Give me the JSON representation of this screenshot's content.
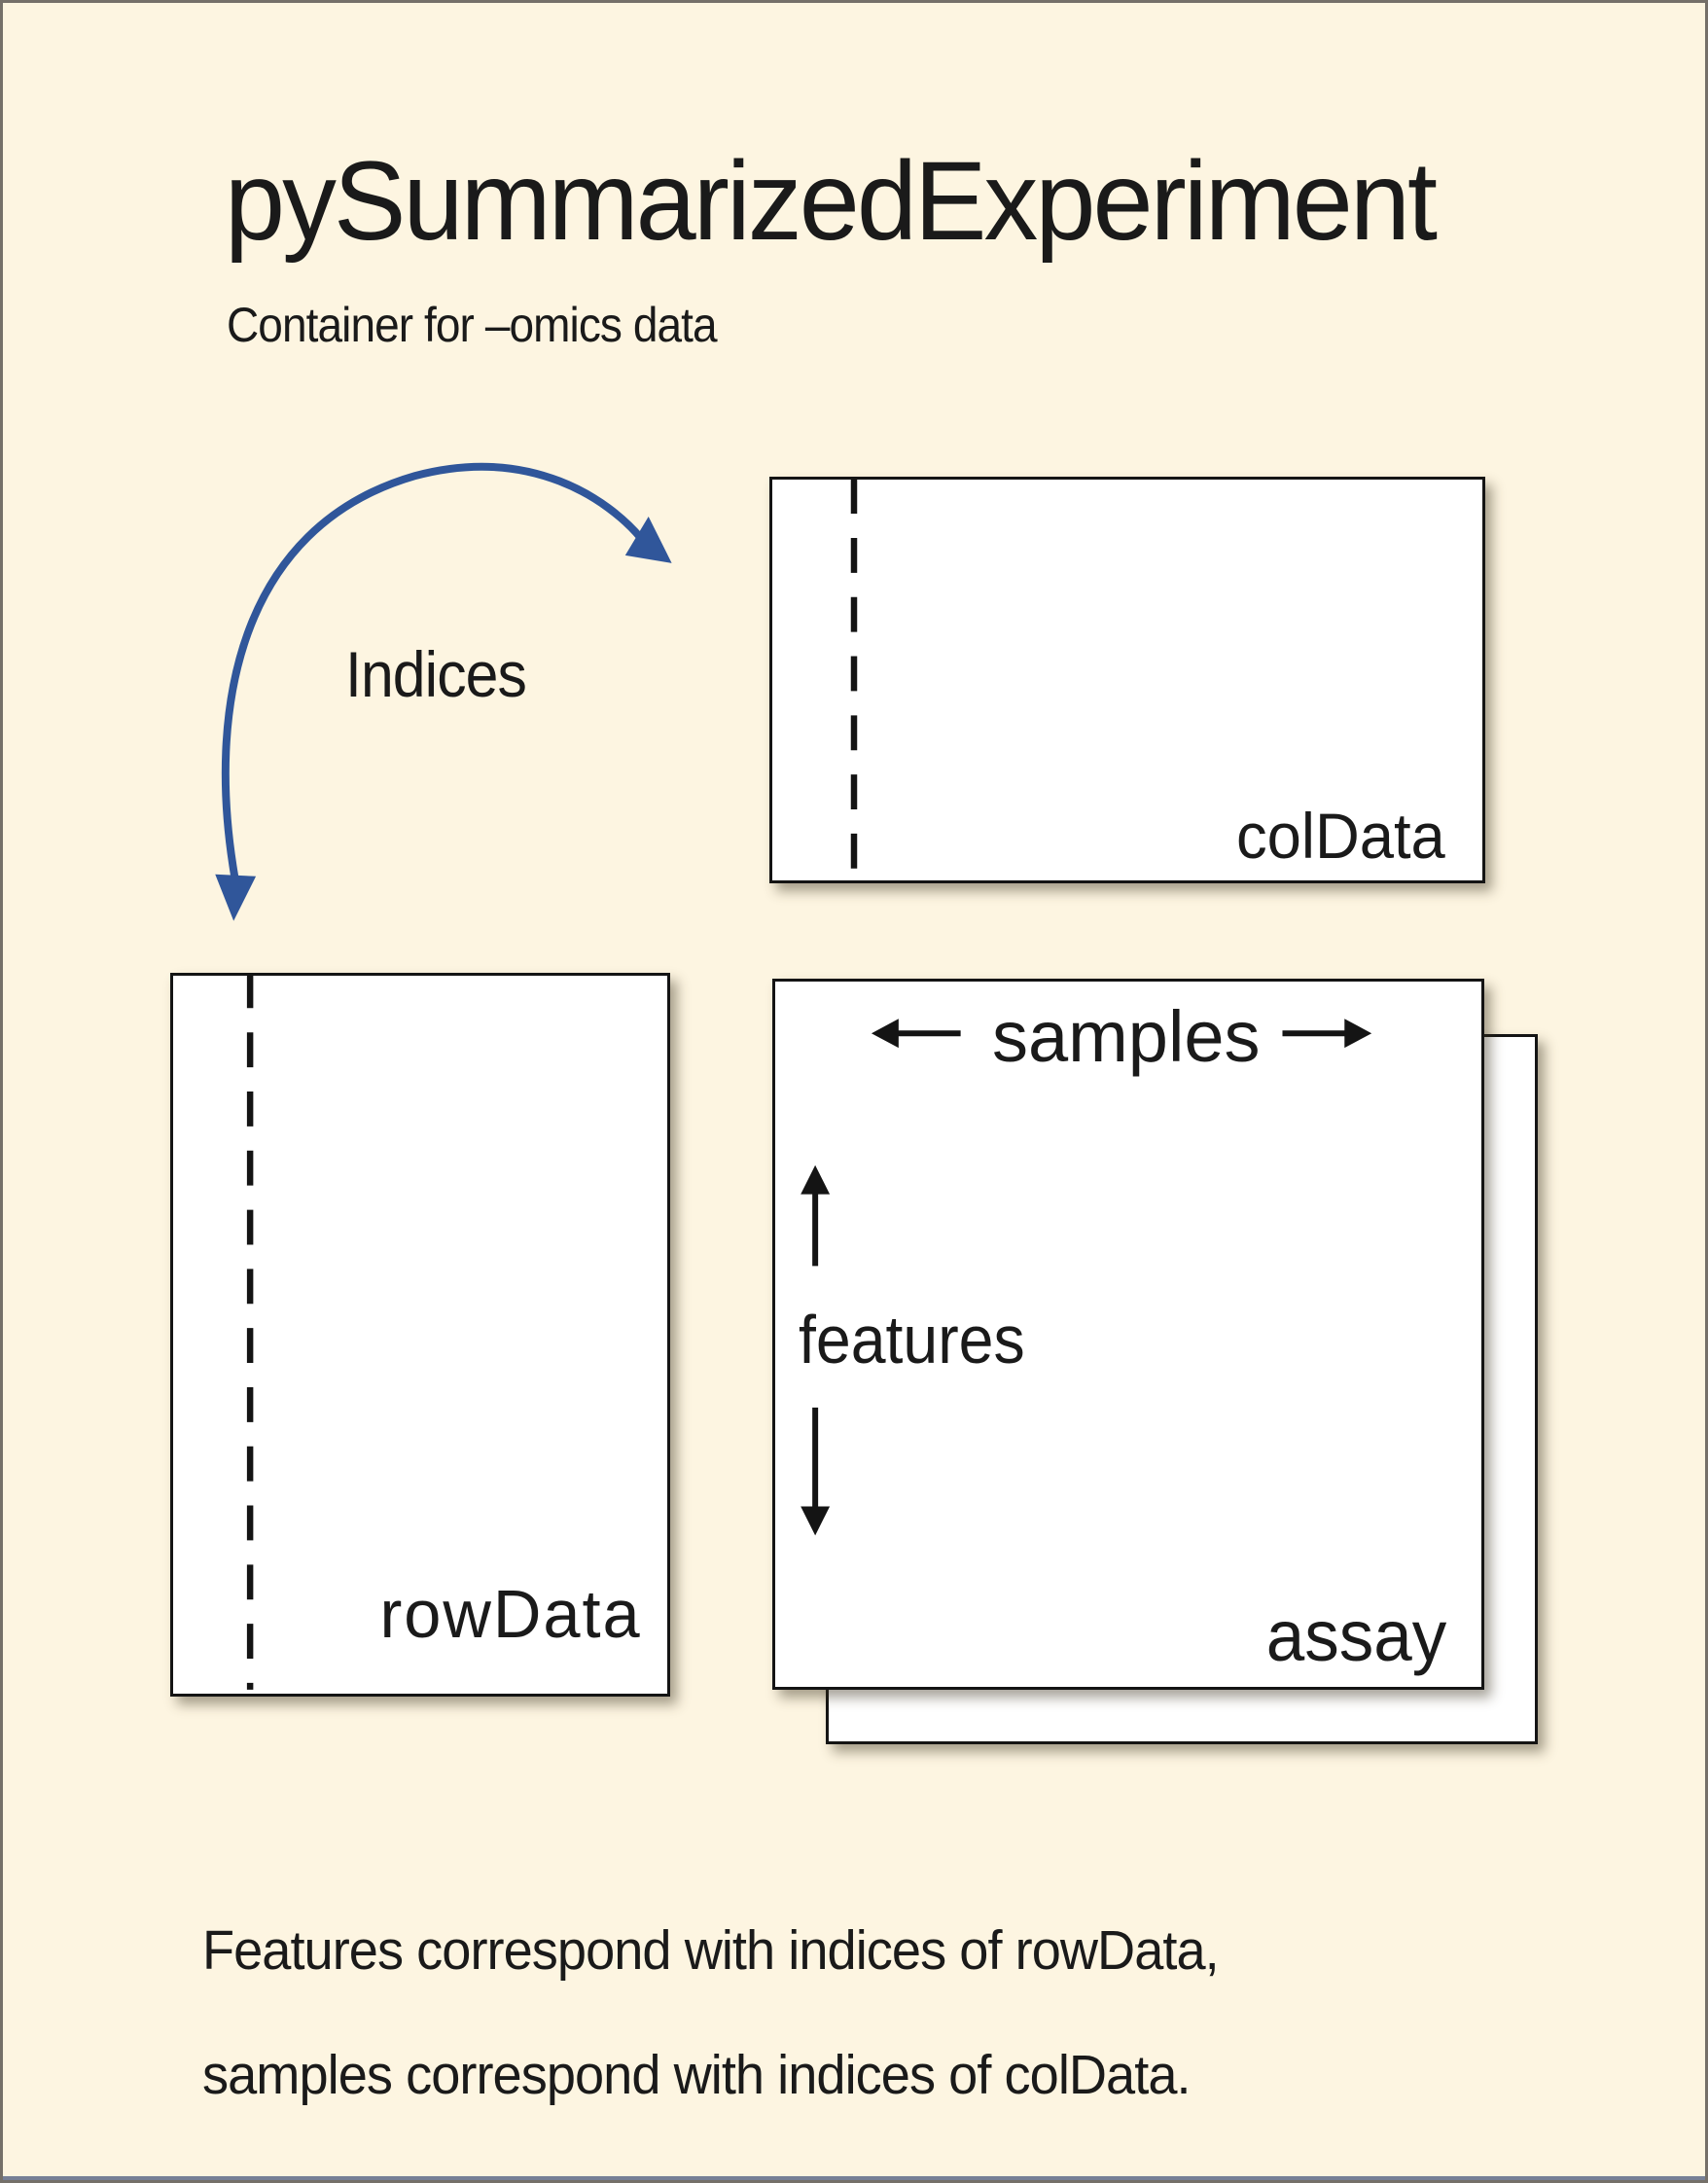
{
  "header": {
    "title": "pySummarizedExperiment",
    "subtitle": "Container for –omics data"
  },
  "diagram": {
    "indices_label": "Indices",
    "col_data": {
      "label": "colData"
    },
    "row_data": {
      "label": "rowData"
    },
    "assay": {
      "label": "assay",
      "x_axis_label": "samples",
      "y_axis_label": "features"
    }
  },
  "caption": {
    "line1": "Features correspond with indices of rowData,",
    "line2": "samples correspond with indices of colData."
  },
  "icons": {
    "indices_arrow": "curved-blue-arrow",
    "samples_axis": "left-and-right-arrows",
    "features_axis": "up-and-down-arrows",
    "index_column": "dashed-vertical-line"
  },
  "colors": {
    "background": "#FDF5E1",
    "page_border": "#757069",
    "arrow_blue": "#30569A",
    "box_border": "#141414",
    "ink": "#1A1A1A"
  }
}
